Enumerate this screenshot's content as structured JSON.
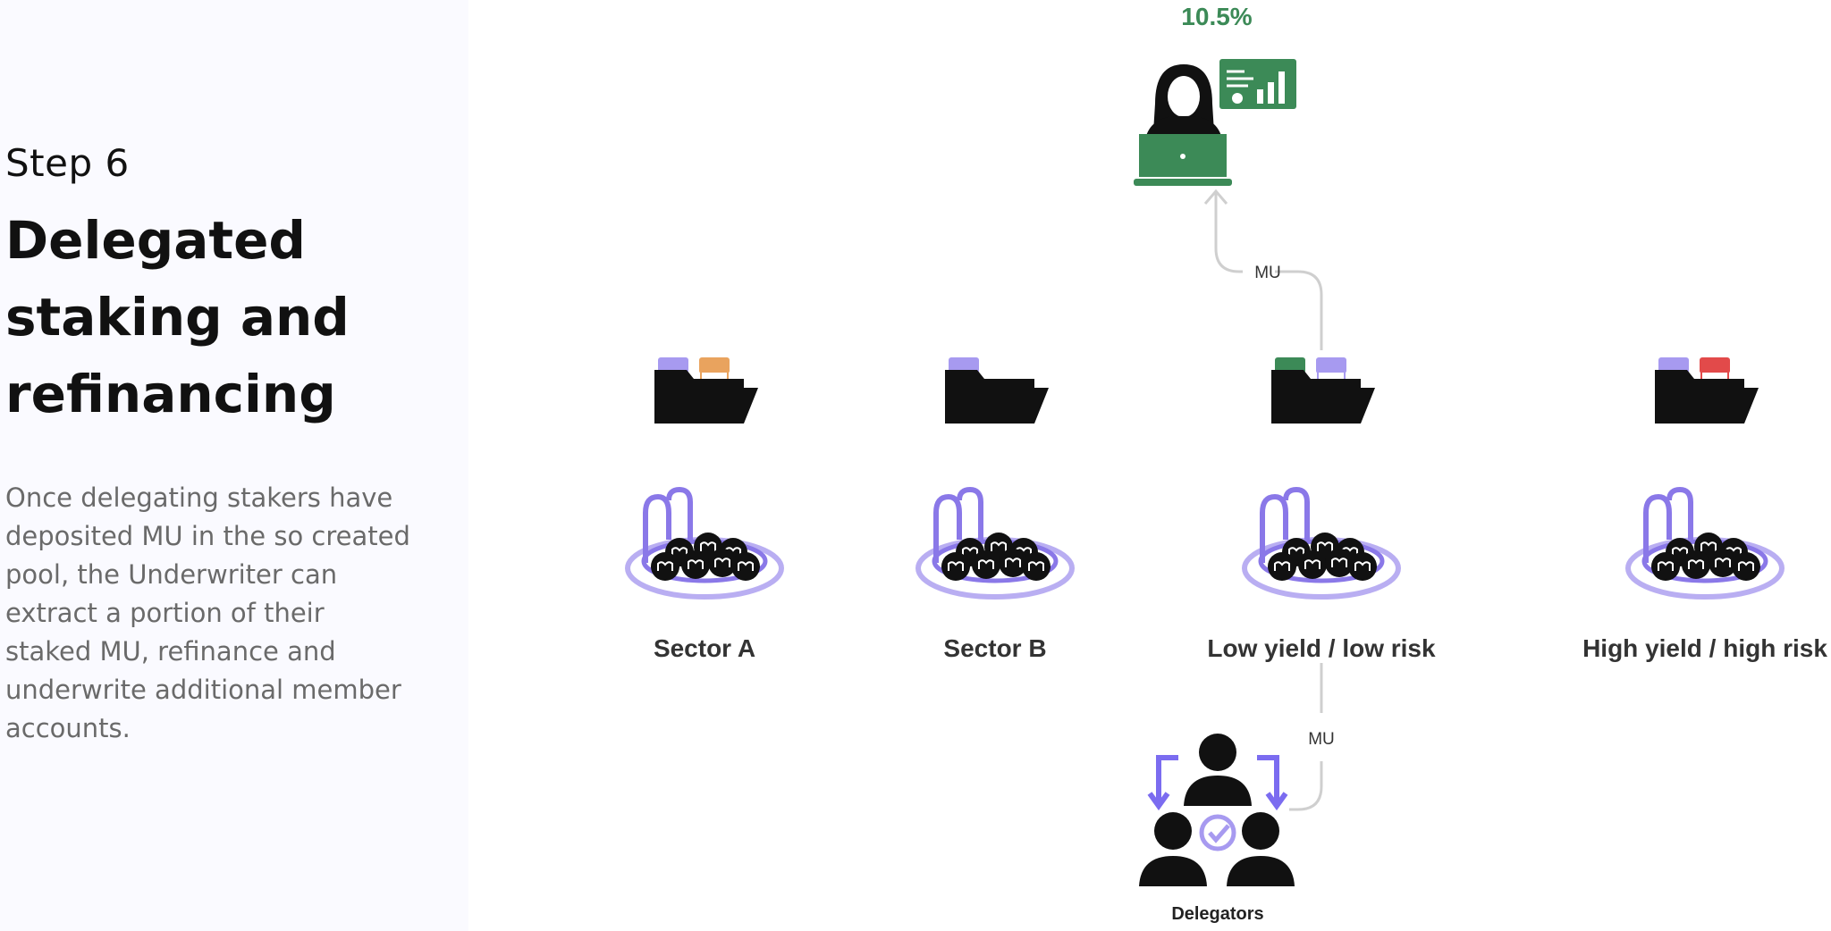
{
  "left": {
    "step": "Step 6",
    "title": "Delegated staking and refinancing",
    "description": "Once delegating stakers have deposited MU in the so created pool, the Underwriter can extract a portion of their staked MU, refinance and underwrite additional member accounts."
  },
  "diagram": {
    "yield": "10.5%",
    "edge_top_label": "MU",
    "edge_bottom_label": "MU",
    "pools": [
      {
        "label": "Sector A",
        "tab_colors": [
          "#a79af0",
          "#e9a35e"
        ]
      },
      {
        "label": "Sector B",
        "tab_colors": [
          "#a79af0"
        ]
      },
      {
        "label": "Low yield / low risk",
        "tab_colors": [
          "#3c8a57",
          "#a79af0"
        ]
      },
      {
        "label": "High yield / high risk",
        "tab_colors": [
          "#a79af0",
          "#e24a4a"
        ]
      }
    ],
    "delegators_label": "Delegators",
    "colors": {
      "green": "#3c8a57",
      "purple": "#8a78e8",
      "light_purple": "#b9aef2",
      "connector": "#cfcfcf",
      "yield_text": "#3c8a57"
    }
  }
}
